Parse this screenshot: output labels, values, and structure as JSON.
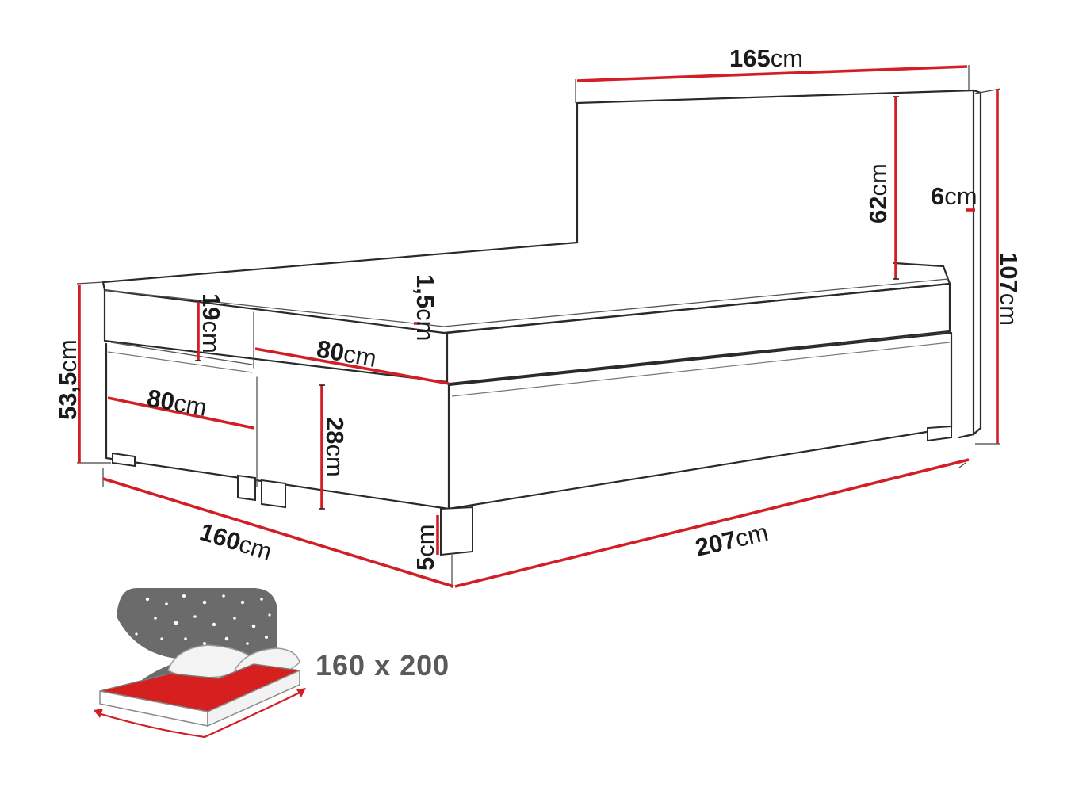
{
  "dimensions": {
    "headboard_width": {
      "value": "165",
      "unit": "cm"
    },
    "headboard_height": {
      "value": "62",
      "unit": "cm"
    },
    "headboard_thickness": {
      "value": "6",
      "unit": "cm"
    },
    "total_height": {
      "value": "107",
      "unit": "cm"
    },
    "base_height": {
      "value": "53,5",
      "unit": "cm"
    },
    "topper_height": {
      "value": "19",
      "unit": "cm"
    },
    "topper_thickness": {
      "value": "1,5",
      "unit": "cm"
    },
    "topper_half_width": {
      "value": "80",
      "unit": "cm"
    },
    "box_half_width": {
      "value": "80",
      "unit": "cm"
    },
    "box_height": {
      "value": "28",
      "unit": "cm"
    },
    "feet_height": {
      "value": "5",
      "unit": "cm"
    },
    "total_width": {
      "value": "160",
      "unit": "cm"
    },
    "total_length": {
      "value": "207",
      "unit": "cm"
    }
  },
  "mattress_size": "160 x 200",
  "colors": {
    "dimension_line": "#d21f26",
    "outline": "#2a2a2a",
    "size_text": "#5a5a5a"
  }
}
